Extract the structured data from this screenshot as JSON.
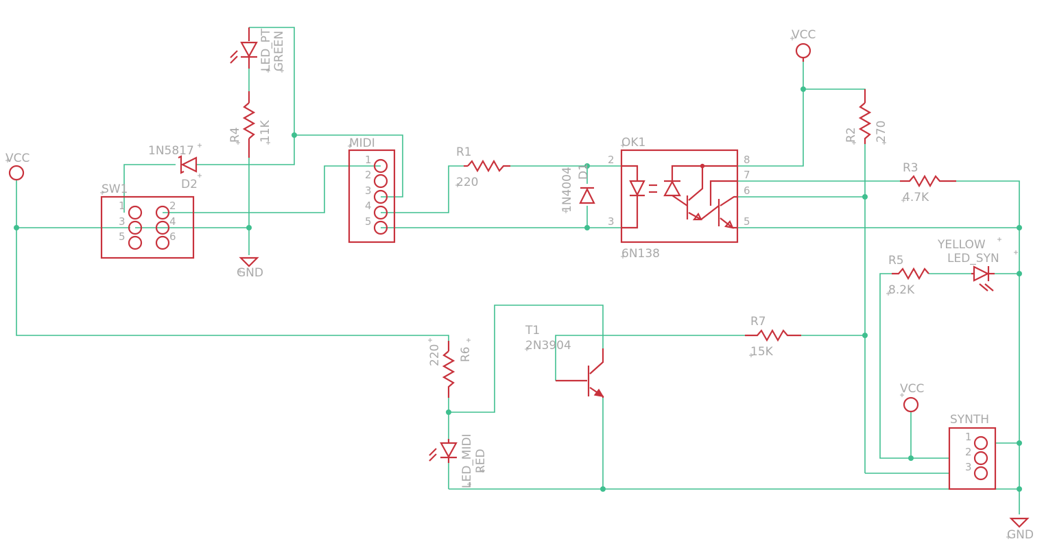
{
  "labels": {
    "vcc_left": "VCC",
    "vcc_top": "VCC",
    "vcc_synth": "VCC",
    "gnd_mid": "GND",
    "gnd_right": "GND",
    "led_pt_name": "LED_PT",
    "led_pt_value": "GREEN",
    "r4_name": "R4",
    "r4_value": "11K",
    "d2_value": "1N5817",
    "d2_name": "D2",
    "sw1_name": "SW1",
    "midi_name": "MIDI",
    "r1_name": "R1",
    "r1_value": "220",
    "d1_value": "1N4004",
    "d1_name": "D1",
    "ok1_name": "OK1",
    "ok1_value": "6N138",
    "r2_name": "R2",
    "r2_value": "270",
    "r3_name": "R3",
    "r3_value": "4.7K",
    "r5_name": "R5",
    "r5_value": "8.2K",
    "led_syn_value": "YELLOW",
    "led_syn_name": "LED_SYN",
    "r7_name": "R7",
    "r7_value": "15K",
    "t1_name": "T1",
    "t1_value": "2N3904",
    "r6_value": "220",
    "r6_name": "R6",
    "led_midi_name": "LED_MIDI",
    "led_midi_value": "RED",
    "synth_name": "SYNTH"
  },
  "pins": {
    "sw1": [
      "1",
      "2",
      "3",
      "4",
      "5",
      "6"
    ],
    "midi": [
      "1",
      "2",
      "3",
      "4",
      "5"
    ],
    "ok1": [
      "2",
      "3",
      "8",
      "7",
      "6",
      "5"
    ],
    "synth": [
      "1",
      "2",
      "3"
    ]
  },
  "colors": {
    "wire": "#3fbf8f",
    "part": "#c8323c",
    "text": "#a9a9a9"
  }
}
